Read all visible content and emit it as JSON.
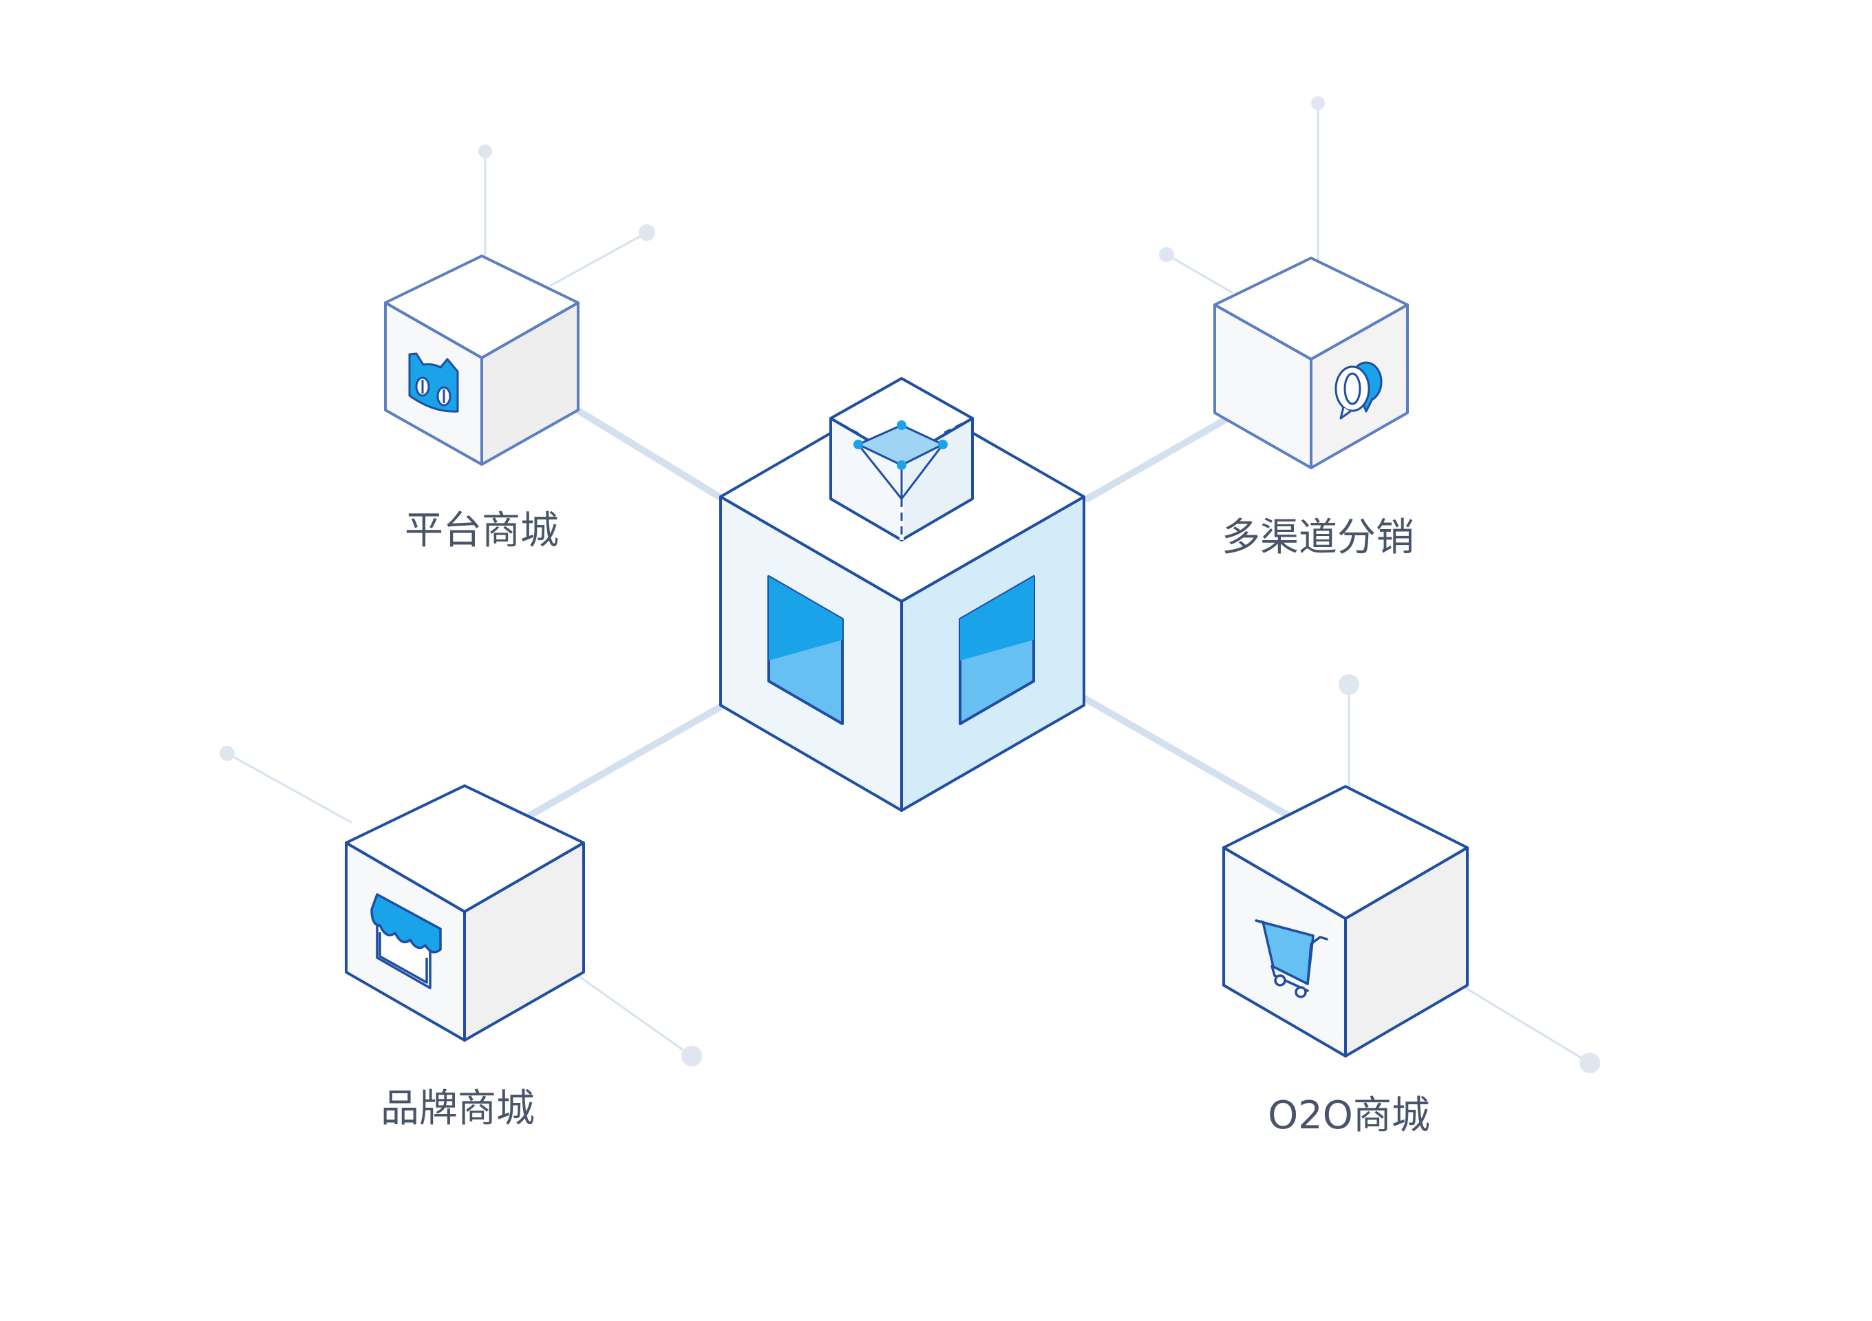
{
  "diagram": {
    "center": {
      "name": "core-platform"
    },
    "nodes": [
      {
        "id": "platform-mall",
        "label": "平台商城",
        "icon": "cat-mascot-icon"
      },
      {
        "id": "multichannel-distribution",
        "label": "多渠道分销",
        "icon": "chat-bubbles-icon"
      },
      {
        "id": "brand-mall",
        "label": "品牌商城",
        "icon": "storefront-icon"
      },
      {
        "id": "o2o-mall",
        "label": "O2O商城",
        "icon": "shopping-cart-icon"
      }
    ],
    "colors": {
      "outline": "#1f4ea3",
      "outline_light": "#5b7fc0",
      "accent": "#1aa3e8",
      "accent_light": "#66c1f2",
      "connector": "#d3e0ee",
      "dot": "#dfe6f0",
      "label": "#4a5468"
    }
  }
}
